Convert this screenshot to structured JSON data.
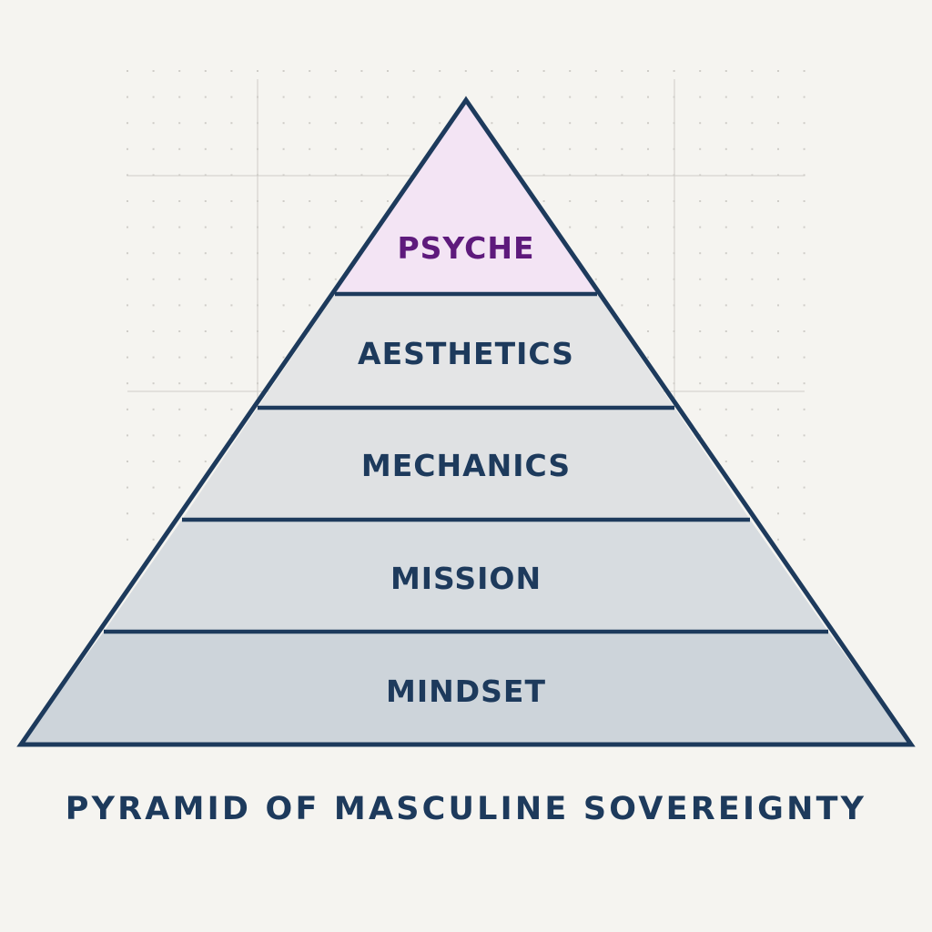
{
  "diagram": {
    "type": "pyramid",
    "title": "PYRAMID OF MASCULINE SOVEREIGNTY",
    "tiers": [
      {
        "label": "PSYCHE",
        "level": 5,
        "position": "top"
      },
      {
        "label": "AESTHETICS",
        "level": 4
      },
      {
        "label": "MECHANICS",
        "level": 3
      },
      {
        "label": "MISSION",
        "level": 2
      },
      {
        "label": "MINDSET",
        "level": 1,
        "position": "base"
      }
    ]
  },
  "colors": {
    "background": "#f5f4f0",
    "outline": "#1d3a5c",
    "text": "#1d3a5c",
    "apex_fill": "#f3e4f4",
    "apex_text": "#5e1a7c",
    "tier_fill_light": "#e3e4e5",
    "tier_fill_mid": "#dcdfe2",
    "tier_fill_base": "#cfd6dc",
    "grid": "#cfcdc8"
  }
}
